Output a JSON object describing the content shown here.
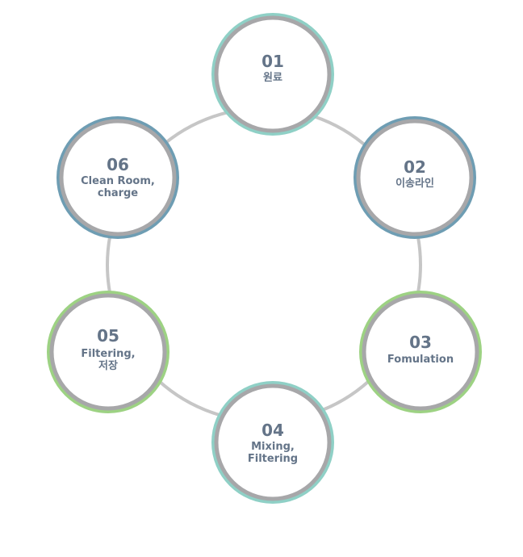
{
  "colors": {
    "connector": "#c6c6c6",
    "inner_ring": "#a7a7a9",
    "fill": "#ffffff",
    "text": "#647488",
    "teal": "#8fd0c6",
    "blue": "#6e9db3",
    "green": "#9dd283"
  },
  "steps": [
    {
      "number": "01",
      "lines": [
        "원료"
      ],
      "color": "#8fd0c6"
    },
    {
      "number": "02",
      "lines": [
        "이송라인"
      ],
      "color": "#6e9db3"
    },
    {
      "number": "03",
      "lines": [
        "Fomulation"
      ],
      "color": "#9dd283"
    },
    {
      "number": "04",
      "lines": [
        "Mixing,",
        "Filtering"
      ],
      "color": "#8fd0c6"
    },
    {
      "number": "05",
      "lines": [
        "Filtering,",
        "저장"
      ],
      "color": "#9dd283"
    },
    {
      "number": "06",
      "lines": [
        "Clean Room,",
        "charge"
      ],
      "color": "#6e9db3"
    }
  ]
}
